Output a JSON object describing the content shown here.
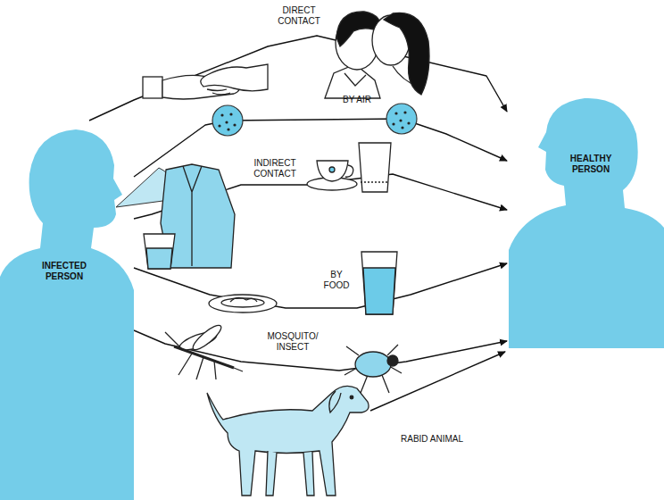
{
  "diagram": {
    "nodes": [
      {
        "text": [
          "INFECTED PERSON"
        ]
      },
      {
        "text": [
          "HEALTHY PERSON"
        ]
      }
    ],
    "edges": [
      {
        "from": 0,
        "to": 1,
        "label": "DIRECT CONTACT",
        "arrow": "to"
      },
      {
        "from": 0,
        "to": 1,
        "label": "BY AIR",
        "arrow": "to"
      },
      {
        "from": 0,
        "to": 1,
        "label": "INDIRECT CONTACT",
        "arrow": "to"
      },
      {
        "from": 0,
        "to": 1,
        "label": "BY FOOD",
        "arrow": "to"
      },
      {
        "from": 0,
        "to": 1,
        "label": "MOSQUITO/ INSECT",
        "arrow": "to"
      }
    ],
    "labels": [
      "RABID ANIMAL"
    ]
  }
}
